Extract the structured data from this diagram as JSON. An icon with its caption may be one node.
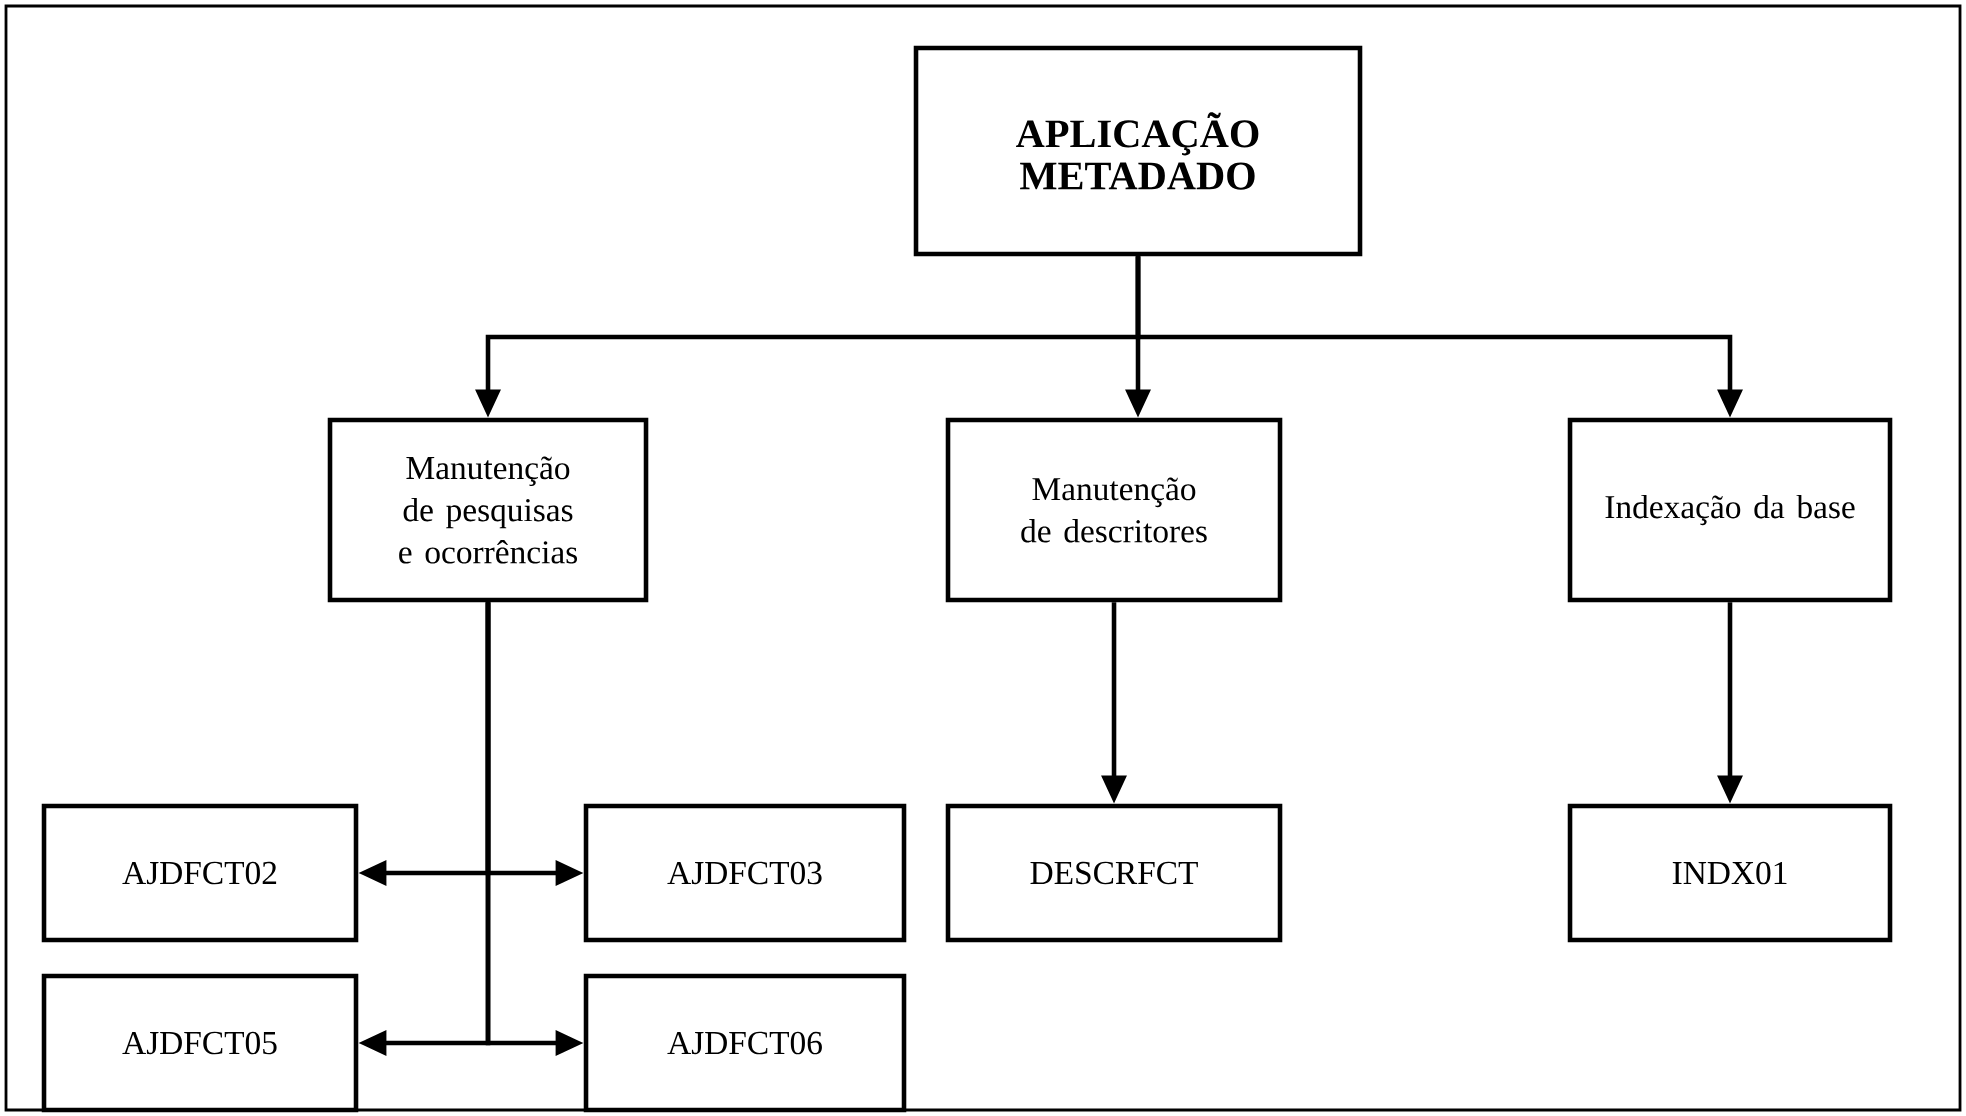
{
  "diagram": {
    "nodes": [
      {
        "text": [
          "APLICAÇÃO METADADO"
        ]
      },
      {
        "text": [
          "Manutenção de pesquisas e ocorrências"
        ]
      },
      {
        "text": [
          "Manutenção de descritores"
        ]
      },
      {
        "text": [
          "Indexação da base"
        ]
      },
      {
        "text": [
          "AJDFCT02"
        ]
      },
      {
        "text": [
          "AJDFCT03"
        ]
      },
      {
        "text": [
          "DESCRFCT"
        ]
      },
      {
        "text": [
          "INDX01"
        ]
      },
      {
        "text": [
          "AJDFCT05"
        ]
      },
      {
        "text": [
          "AJDFCT06"
        ]
      }
    ],
    "edges": [
      {
        "from": 0,
        "to": 1,
        "arrow": "to"
      },
      {
        "from": 0,
        "to": 2,
        "arrow": "to"
      },
      {
        "from": 0,
        "to": 3,
        "arrow": "to"
      },
      {
        "from": 1,
        "to": 4,
        "arrow": "to"
      },
      {
        "from": 1,
        "to": 5,
        "arrow": "to"
      },
      {
        "from": 2,
        "to": 6,
        "arrow": "to"
      },
      {
        "from": 3,
        "to": 7,
        "arrow": "to"
      },
      {
        "from": 1,
        "to": 8,
        "arrow": "to"
      },
      {
        "from": 1,
        "to": 9,
        "arrow": "to"
      }
    ]
  }
}
